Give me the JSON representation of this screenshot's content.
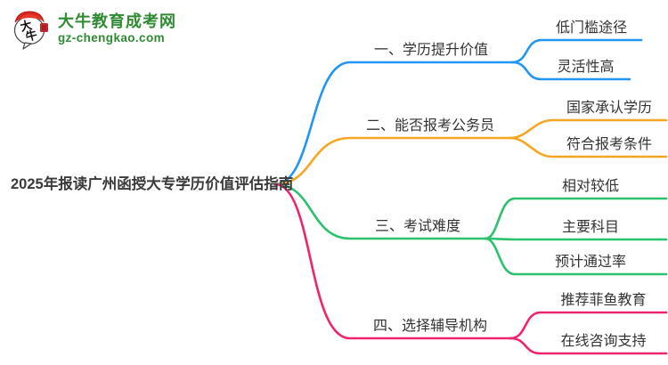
{
  "site": {
    "name": "大牛教育成考网",
    "url": "gz-chengkao.com",
    "brand_color": "#2E8B31",
    "logo_glyph": "大牛"
  },
  "root": {
    "label": "2025年报读广州函授大专学历价值评估指南"
  },
  "branches": [
    {
      "label": "一、学历提升价值",
      "color": "#2196F3",
      "children": [
        {
          "label": "低门槛途径"
        },
        {
          "label": "灵活性高"
        }
      ]
    },
    {
      "label": "二、能否报考公务员",
      "color": "#F5A623",
      "children": [
        {
          "label": "国家承认学历"
        },
        {
          "label": "符合报考条件"
        }
      ]
    },
    {
      "label": "三、考试难度",
      "color": "#2BC16D",
      "children": [
        {
          "label": "相对较低"
        },
        {
          "label": "主要科目"
        },
        {
          "label": "预计通过率"
        }
      ]
    },
    {
      "label": "四、选择辅导机构",
      "color": "#F0246E",
      "children": [
        {
          "label": "推荐菲鱼教育"
        },
        {
          "label": "在线咨询支持"
        }
      ]
    }
  ]
}
